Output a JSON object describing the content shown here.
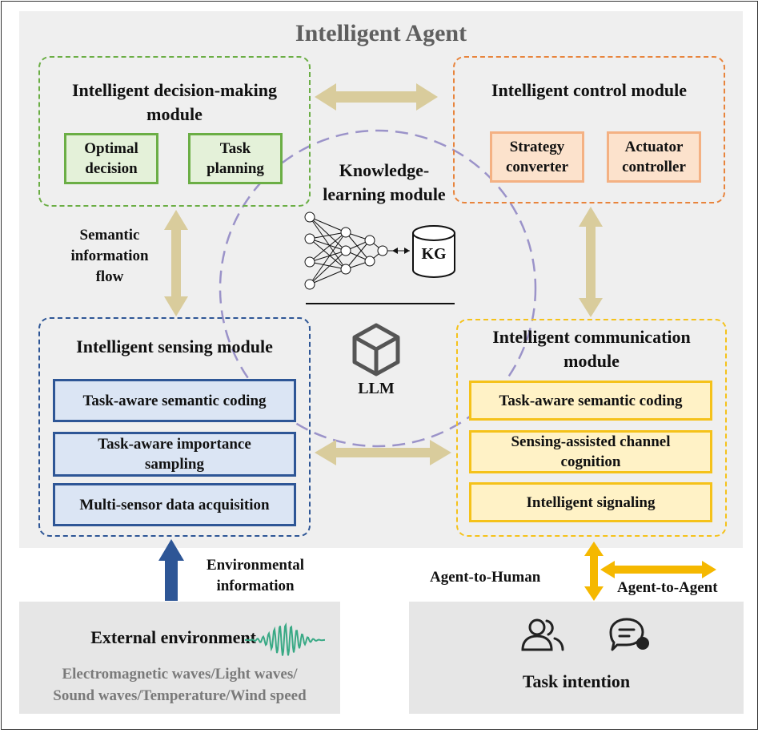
{
  "title": "Intelligent Agent",
  "decision_module": {
    "title_line1": "Intelligent decision-making",
    "title_line2": "module",
    "box1_line1": "Optimal",
    "box1_line2": "decision",
    "box2_line1": "Task",
    "box2_line2": "planning"
  },
  "control_module": {
    "title": "Intelligent control module",
    "box1_line1": "Strategy",
    "box1_line2": "converter",
    "box2_line1": "Actuator",
    "box2_line2": "controller"
  },
  "knowledge_module": {
    "line1": "Knowledge-",
    "line2": "learning module",
    "kg": "KG",
    "llm": "LLM"
  },
  "sensing_module": {
    "title": "Intelligent sensing module",
    "box1": "Task-aware semantic coding",
    "box2_line1": "Task-aware importance",
    "box2_line2": "sampling",
    "box3": "Multi-sensor data acquisition"
  },
  "communication_module": {
    "title_line1": "Intelligent communication",
    "title_line2": "module",
    "box1": "Task-aware semantic coding",
    "box2_line1": "Sensing-assisted channel",
    "box2_line2": "cognition",
    "box3": "Intelligent signaling"
  },
  "semantic_flow": {
    "line1": "Semantic",
    "line2": "information",
    "line3": "flow"
  },
  "environmental_info": {
    "line1": "Environmental",
    "line2": "information"
  },
  "external_env": {
    "title": "External environment",
    "line1": "Electromagnetic waves/Light waves/",
    "line2": "Sound waves/Temperature/Wind speed"
  },
  "agent_to_human": "Agent-to-Human",
  "agent_to_agent": "Agent-to-Agent",
  "task_intention": "Task intention",
  "icons": [
    "neural-network-icon",
    "database-icon",
    "llm-cube-icon",
    "wave-icon",
    "users-icon",
    "chat-icon"
  ],
  "colors": {
    "decision": "#6bae45",
    "control": "#e8843c",
    "sensing": "#2e5696",
    "communication": "#f5c21a",
    "knowledge": "#9b93c9",
    "arrow_tan": "#d9cc9c",
    "arrow_gold": "#f5b800"
  }
}
